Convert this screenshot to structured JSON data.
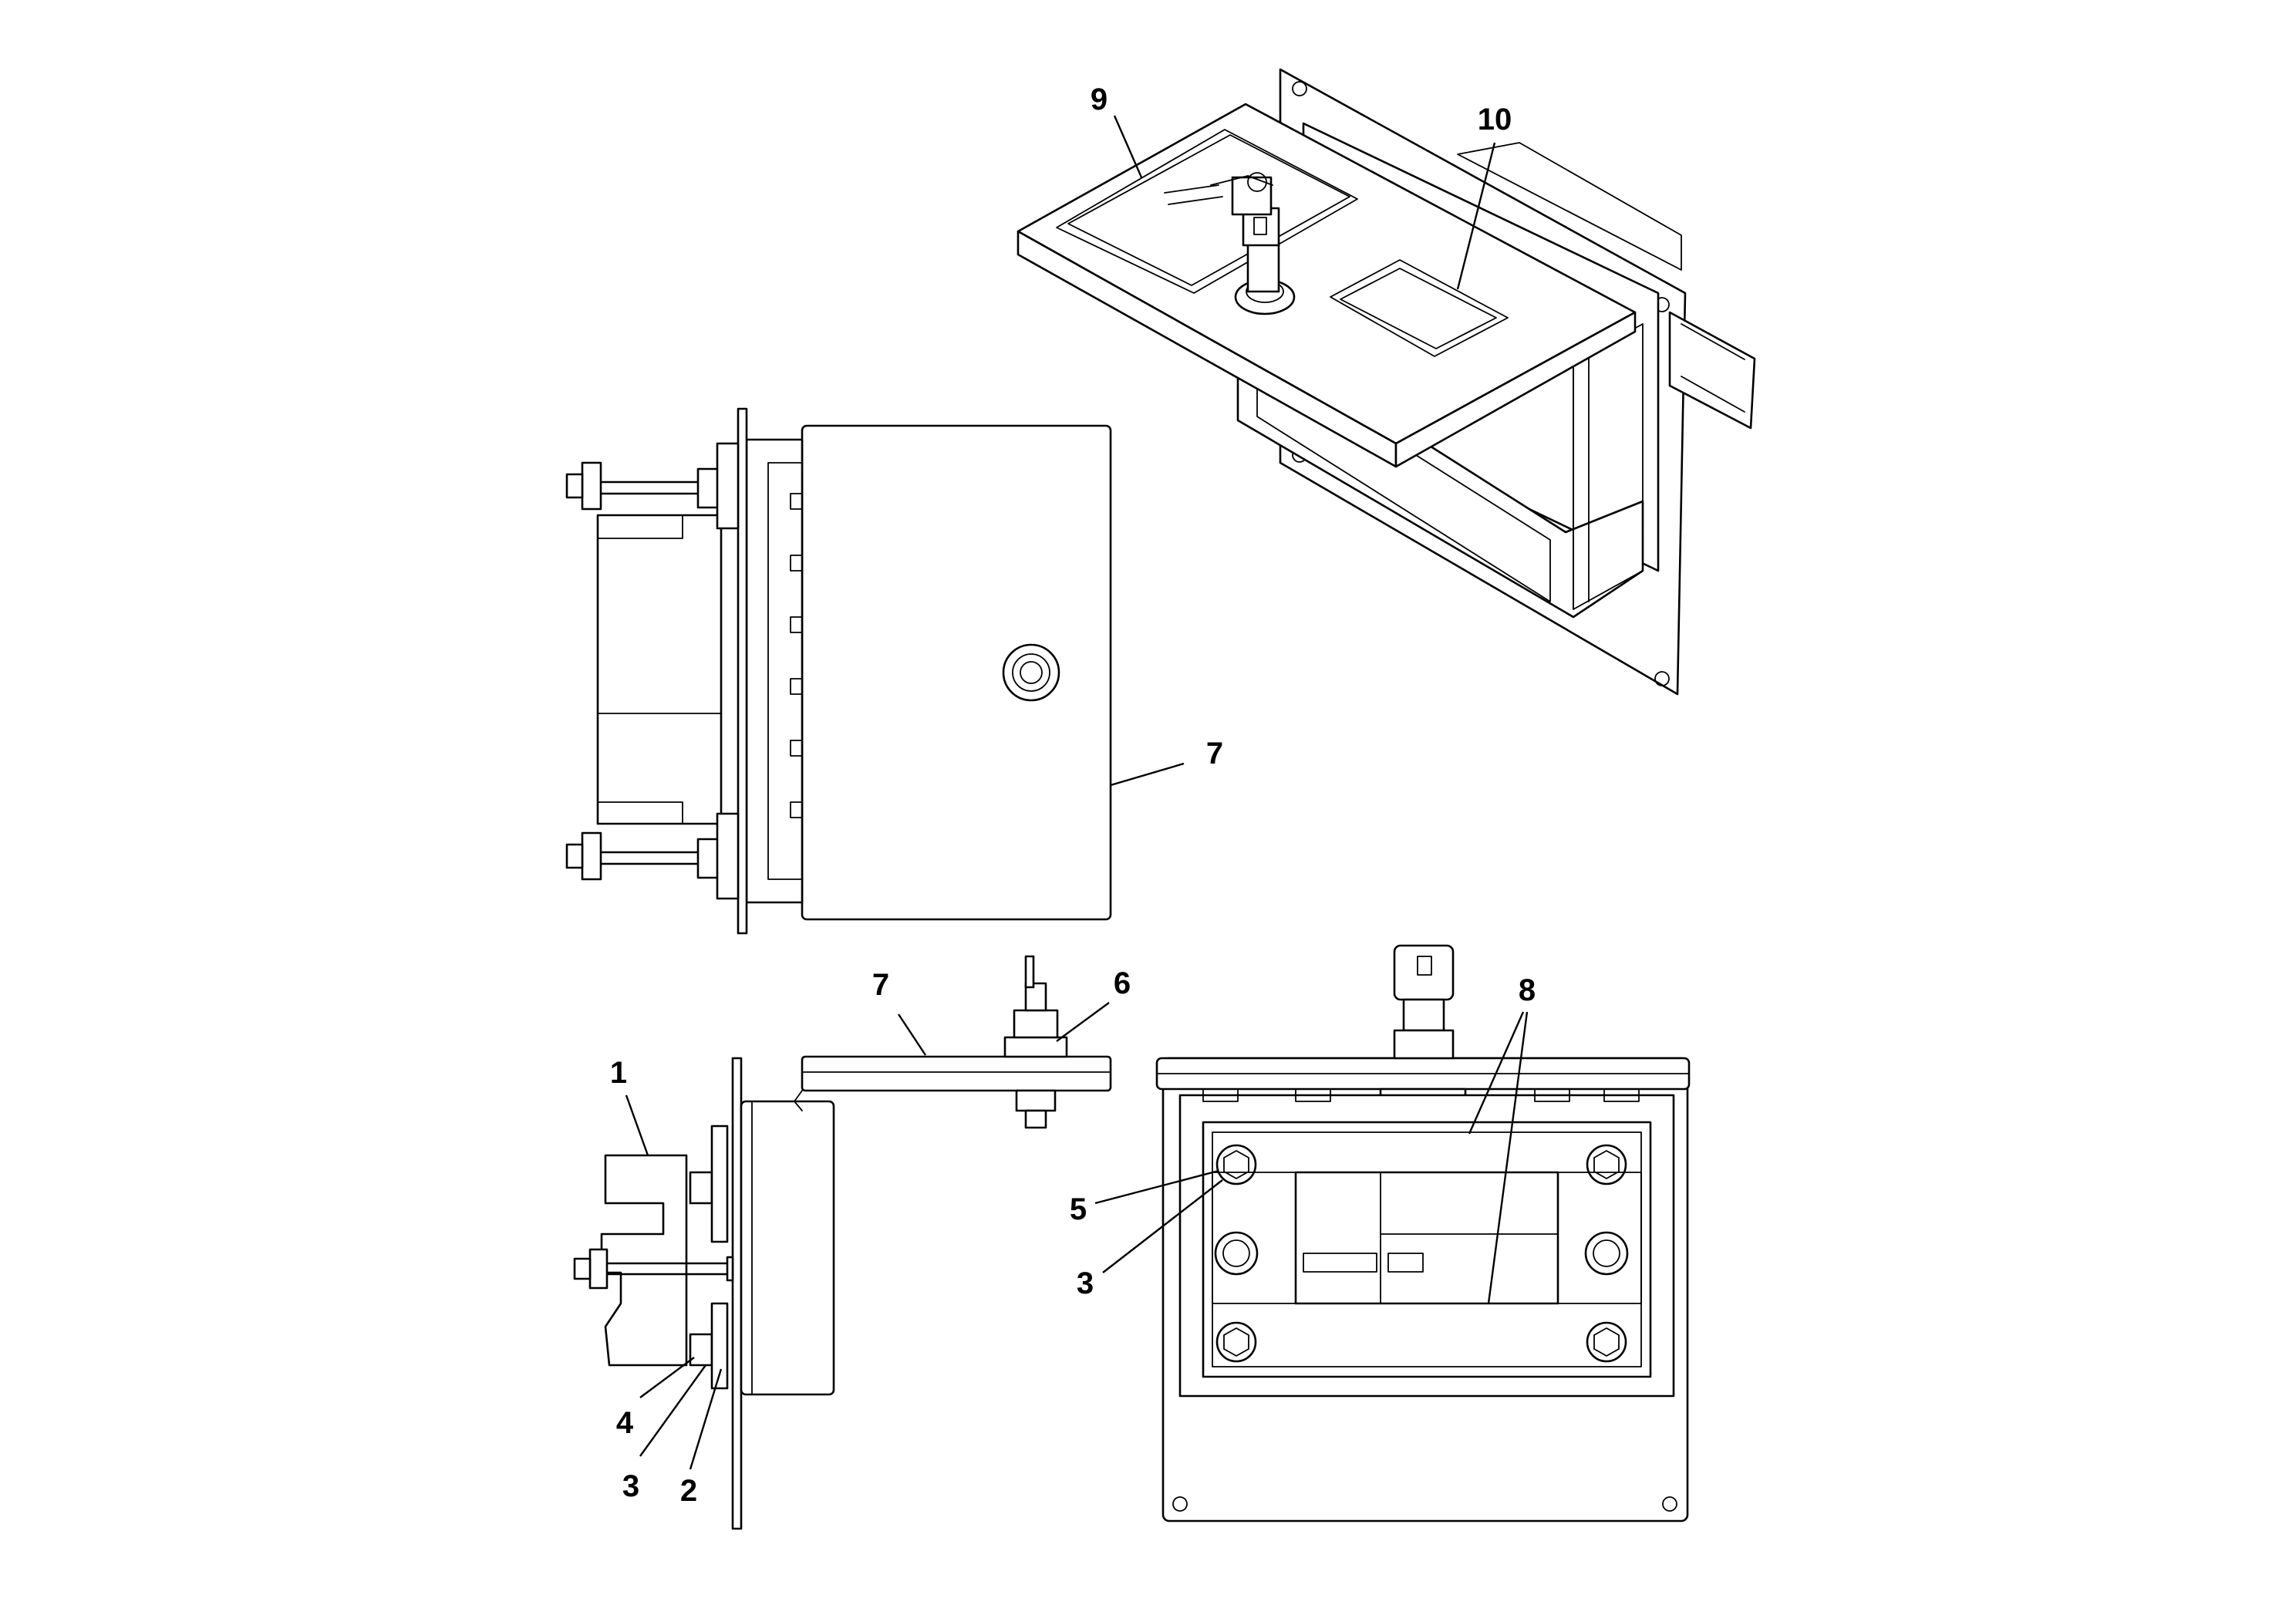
{
  "callouts": [
    {
      "id": "9",
      "text": "9"
    },
    {
      "id": "10",
      "text": "10"
    },
    {
      "id": "7a",
      "text": "7"
    },
    {
      "id": "7b",
      "text": "7"
    },
    {
      "id": "6",
      "text": "6"
    },
    {
      "id": "8",
      "text": "8"
    },
    {
      "id": "1",
      "text": "1"
    },
    {
      "id": "5",
      "text": "5"
    },
    {
      "id": "3a",
      "text": "3"
    },
    {
      "id": "4",
      "text": "4"
    },
    {
      "id": "3b",
      "text": "3"
    },
    {
      "id": "2",
      "text": "2"
    }
  ]
}
